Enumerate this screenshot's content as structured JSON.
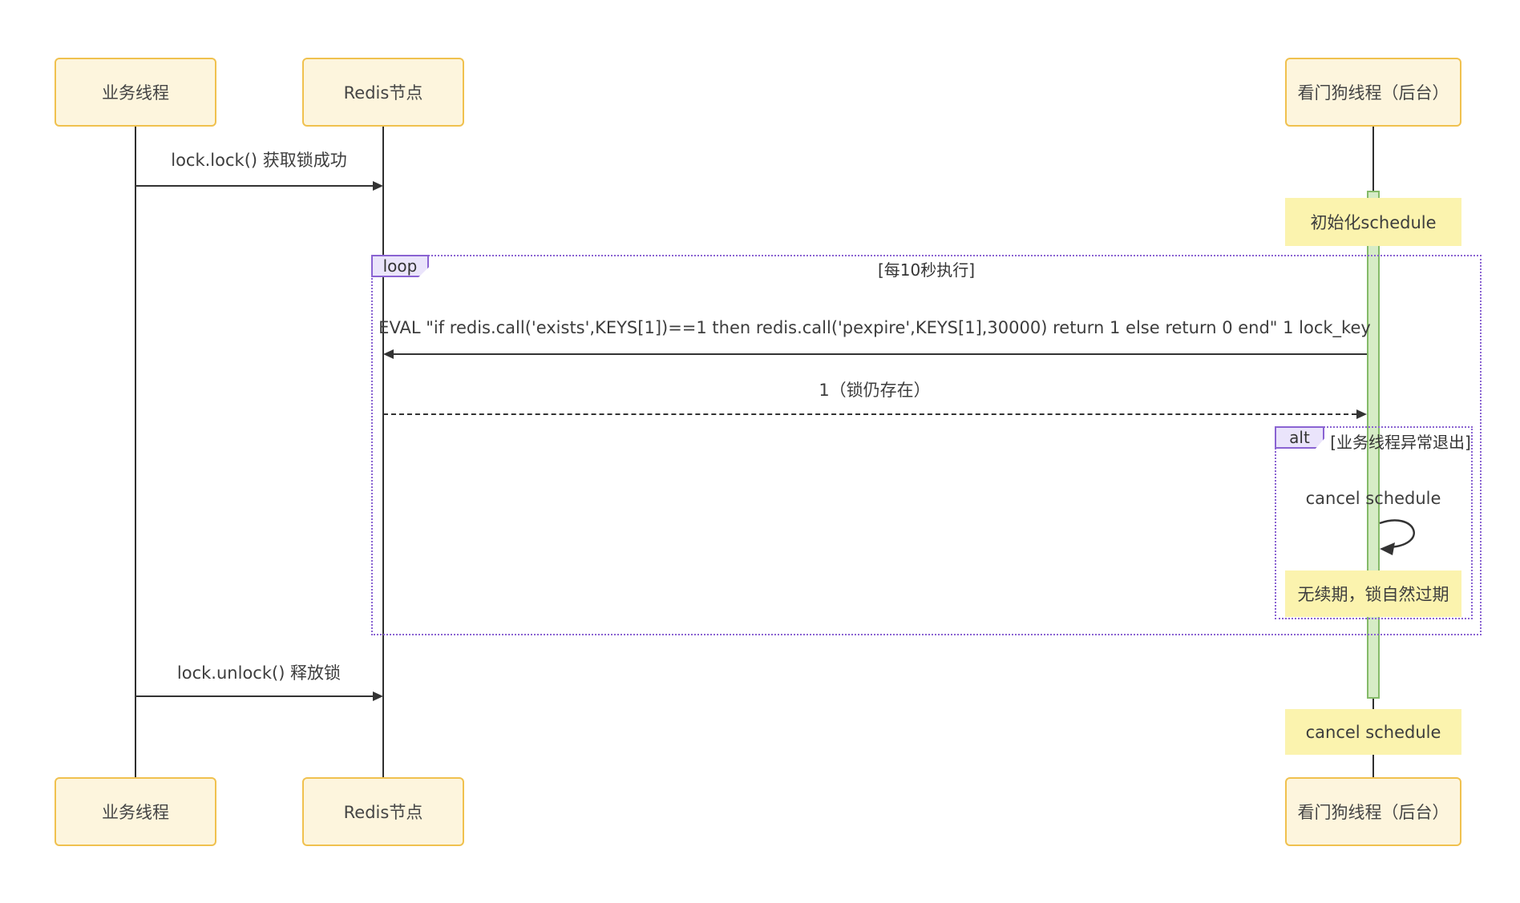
{
  "diagram": {
    "type": "sequence-diagram",
    "participants": [
      {
        "id": "business-thread",
        "label": "业务线程"
      },
      {
        "id": "redis-node",
        "label": "Redis节点"
      },
      {
        "id": "watchdog-thread",
        "label": "看门狗线程（后台）"
      }
    ],
    "messages": {
      "lock": "lock.lock() 获取锁成功",
      "eval": "EVAL \"if redis.call('exists',KEYS[1])==1 then redis.call('pexpire',KEYS[1],30000) return 1 else return 0 end\" 1 lock_key",
      "reply": "1（锁仍存在）",
      "cancel_self": "cancel schedule",
      "unlock": "lock.unlock() 释放锁"
    },
    "notes": {
      "init_schedule": "初始化schedule",
      "no_renewal": "无续期，锁自然过期",
      "cancel_schedule": "cancel schedule"
    },
    "fragments": {
      "loop": {
        "label": "loop",
        "condition": "[每10秒执行]"
      },
      "alt": {
        "label": "alt",
        "condition": "[业务线程异常退出]"
      }
    },
    "colors": {
      "participant_fill": "#fdf5dd",
      "participant_border": "#f0c14e",
      "note_fill": "#fbf3ae",
      "activation_fill": "#d6ecc6",
      "activation_border": "#84ba68",
      "fragment_border": "#8a63d2",
      "fragment_label_fill": "#eae4fb",
      "line_color": "#333333",
      "text_color": "#3d3d3d",
      "background": "#ffffff"
    }
  }
}
